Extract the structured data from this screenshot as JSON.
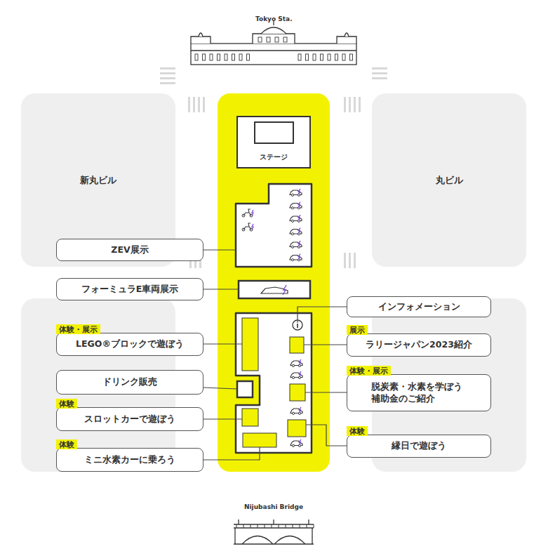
{
  "diagram": {
    "nodes": [
      {
        "text": [
          "ステージ"
        ]
      },
      {
        "text": [
          "新丸ビル"
        ]
      },
      {
        "text": [
          "丸ビル"
        ]
      },
      {
        "text": [
          "ZEV展示"
        ]
      },
      {
        "text": [
          "フォーミュラE車両展示"
        ]
      },
      {
        "text": [
          "インフォメーション"
        ]
      },
      {
        "text": [
          "体験・展示",
          "LEGO®ブロックで遊ぼう"
        ]
      },
      {
        "text": [
          "展示",
          "ラリージャパン2023紹介"
        ]
      },
      {
        "text": [
          "体験・展示",
          "脱炭素・水素を学ぼう 補助金のご紹介"
        ]
      },
      {
        "text": [
          "ドリンク販売"
        ]
      },
      {
        "text": [
          "体験",
          "スロットカーで遊ぼう"
        ]
      },
      {
        "text": [
          "体験",
          "縁日で遊ぼう"
        ]
      },
      {
        "text": [
          "体験",
          "ミニ水素カーに乗ろう"
        ]
      }
    ],
    "labels": [
      "Tokyo Sta.",
      "Nijubashi Bridge"
    ]
  }
}
